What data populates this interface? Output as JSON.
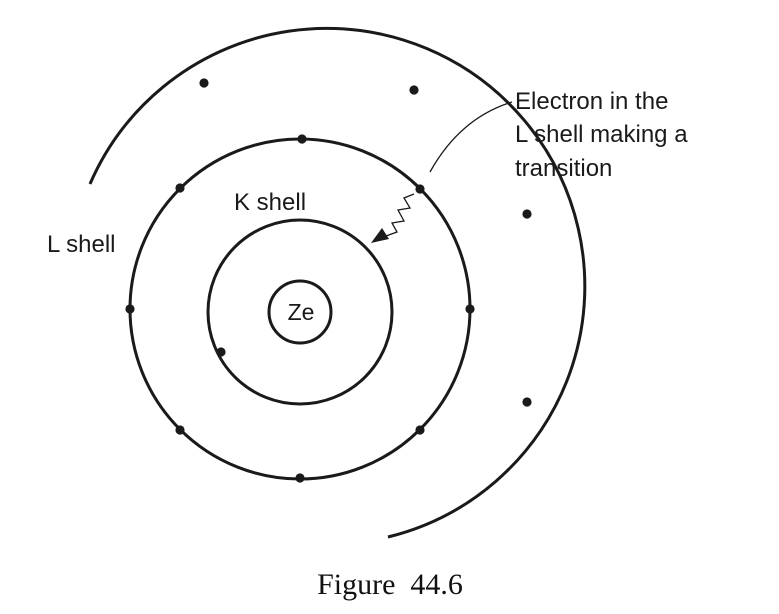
{
  "diagram": {
    "nucleus_label": "Ze",
    "k_shell_label": "K shell",
    "l_shell_label": "L shell",
    "annotation": {
      "line1": "Electron in the",
      "line2": "L shell making a",
      "line3": "transition"
    },
    "caption": "Figure  44.6",
    "colors": {
      "line": "#1a1a1a",
      "background": "#ffffff"
    }
  }
}
